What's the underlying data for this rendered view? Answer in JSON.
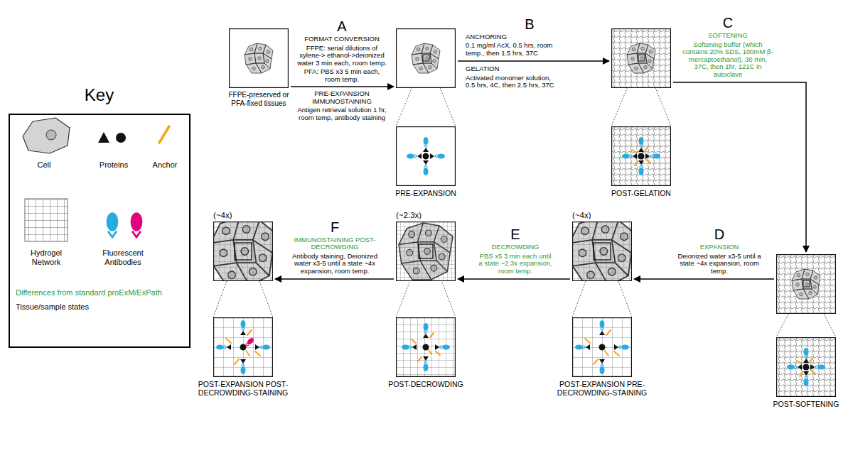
{
  "diagram": {
    "nodes": [
      {
        "text": [
          "Key"
        ]
      },
      {
        "text": [
          "FFPE-preserved or PFA-fixed tissues"
        ]
      },
      {
        "text": [
          "PRE-EXPANSION"
        ]
      },
      {
        "text": [
          "POST-GELATION"
        ]
      },
      {
        "text": [
          "POST-SOFTENING"
        ]
      },
      {
        "text": [
          "(~4x)",
          "POST-EXPANSION PRE-DECROWDING-STAINING"
        ]
      },
      {
        "text": [
          "(~2.3x)",
          "POST-DECROWDING"
        ]
      },
      {
        "text": [
          "(~4x)",
          "POST-EXPANSION POST-DECROWDING-STAINING"
        ]
      }
    ],
    "edges": [
      {
        "from": 1,
        "to": 2,
        "arrow": "to",
        "label": "A"
      },
      {
        "from": 2,
        "to": 3,
        "arrow": "to",
        "label": "B"
      },
      {
        "from": 3,
        "to": 4,
        "arrow": "to",
        "label": "C"
      },
      {
        "from": 4,
        "to": 5,
        "arrow": "to",
        "label": "D"
      },
      {
        "from": 5,
        "to": 6,
        "arrow": "to",
        "label": "E"
      },
      {
        "from": 6,
        "to": 7,
        "arrow": "to",
        "label": "F"
      }
    ],
    "labels": [
      "FORMAT CONVERSION",
      "FFPE: serial dilutions of xylene-> ethanol->deionized water 3 min each, room temp.",
      "PFA: PBS x3 5 min each, room temp.",
      "PRE-EXPANSION IMMUNOSTAINING",
      "Antigen retrieval solution 1 hr, room temp, antibody staining",
      "ANCHORING",
      "0.1 mg/ml AcX, 0.5 hrs, room temp., then 1.5 hrs, 37C",
      "GELATION",
      "Activated monomer solution, 0.5 hrs, 4C, then 2.5 hrs, 37C",
      "SOFTENING",
      "Softening buffer (which contains 20% SDS, 100mM β-mercaptoethanol), 30 min, 37C, then 1hr, 121C in autoclave",
      "EXPANSION",
      "Deionized water x3-5 until a state ~4x expansion, room temp.",
      "DECROWDING",
      "PBS x5 3 min each until a state ~2.3x expansion, room temp.",
      "IMMUNOSTAINING POST-DECROWDING",
      "Antibody staining, Deionized water x3-5 until a state ~4x expansion, room temp."
    ],
    "legend": [
      {
        "text": "Cell"
      },
      {
        "text": "Proteins"
      },
      {
        "text": "Anchor"
      },
      {
        "text": "Hydrogel Network"
      },
      {
        "text": "Fluorescent Antibodies"
      },
      {
        "text": "Differences from standard proExM/ExPath"
      },
      {
        "text": "Tissue/sample states"
      }
    ]
  }
}
